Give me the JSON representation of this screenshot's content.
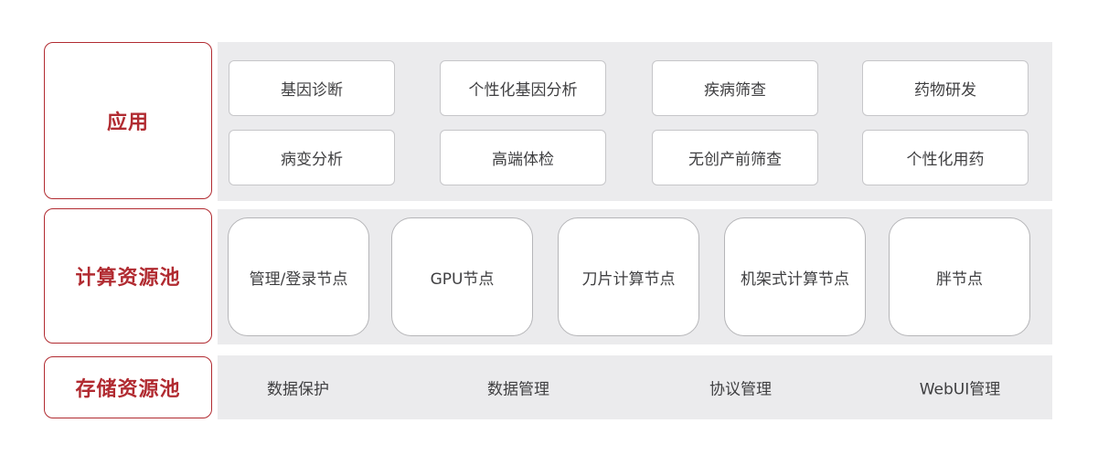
{
  "layers": {
    "application": {
      "label": "应用",
      "items": [
        "基因诊断",
        "个性化基因分析",
        "疾病筛查",
        "药物研发",
        "病变分析",
        "高端体检",
        "无创产前筛查",
        "个性化用药"
      ]
    },
    "compute": {
      "label": "计算资源池",
      "items": [
        "管理/登录节点",
        "GPU节点",
        "刀片计算节点",
        "机架式计算节点",
        "胖节点"
      ]
    },
    "storage": {
      "label": "存储资源池",
      "items": [
        "数据保护",
        "数据管理",
        "协议管理",
        "WebUI管理"
      ]
    }
  },
  "colors": {
    "accent_red": "#b12b31",
    "panel_gray": "#ebebed",
    "box_border_light": "#c6c6c9",
    "box_border": "#b5b5b8",
    "text_dark": "#3f3f41",
    "background": "#ffffff"
  }
}
